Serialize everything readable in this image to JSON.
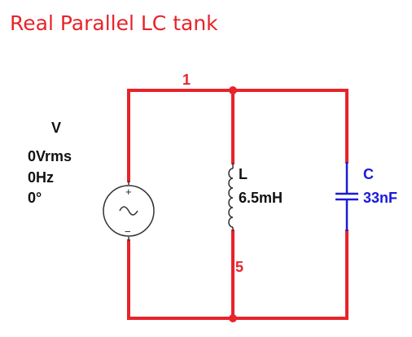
{
  "title": "Real Parallel LC tank",
  "source": {
    "ref": "V",
    "amplitude": "0Vrms",
    "frequency": "0Hz",
    "phase": "0°",
    "plus_sign": "+",
    "minus_sign": "−"
  },
  "inductor": {
    "ref": "L",
    "value": "6.5mH"
  },
  "capacitor": {
    "ref": "C",
    "value": "33nF"
  },
  "nets": {
    "top": "1",
    "bottom": "5"
  },
  "colors": {
    "wire": "#e8232a",
    "capacitor": "#1a1adb",
    "text": "#111111"
  }
}
